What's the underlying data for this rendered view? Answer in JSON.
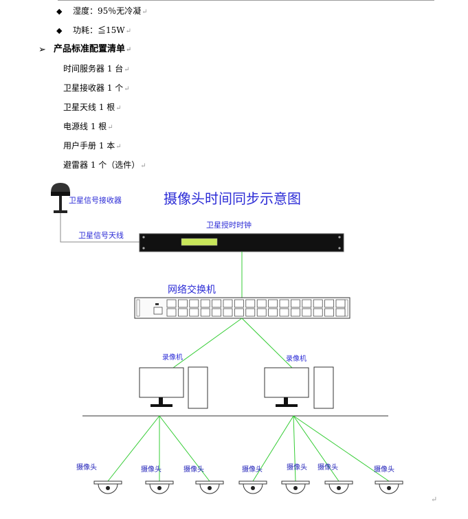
{
  "specs": [
    {
      "bullet": "◆",
      "label": "湿度：",
      "value": "95％无冷凝"
    },
    {
      "bullet": "◆",
      "label": "功耗：",
      "value": "≦15W"
    }
  ],
  "config_heading": {
    "bullet": "➢",
    "title": "产品标准配置清单"
  },
  "config_items": [
    "时间服务器 1 台",
    "卫星接收器 1 个",
    "卫星天线 1 根",
    "电源线 1 根",
    "用户手册 1 本",
    "避雷器 1 个（选件）"
  ],
  "paragraph_mark": "↵",
  "diagram": {
    "title": "摄像头时间同步示意图",
    "receiver_label": "卫星信号接收器",
    "antenna_label": "卫星信号天线",
    "clock_label": "卫星授时时钟",
    "switch_label": "网络交换机",
    "recorders": [
      "录像机",
      "录像机"
    ],
    "cameras": [
      "摄像头",
      "摄像头",
      "摄像头",
      "摄像头",
      "摄像头",
      "摄像头",
      "摄像头"
    ]
  },
  "colors": {
    "title_blue": "#2b2bd6",
    "link_green": "#33cc33",
    "display_green": "#c8e65a"
  }
}
